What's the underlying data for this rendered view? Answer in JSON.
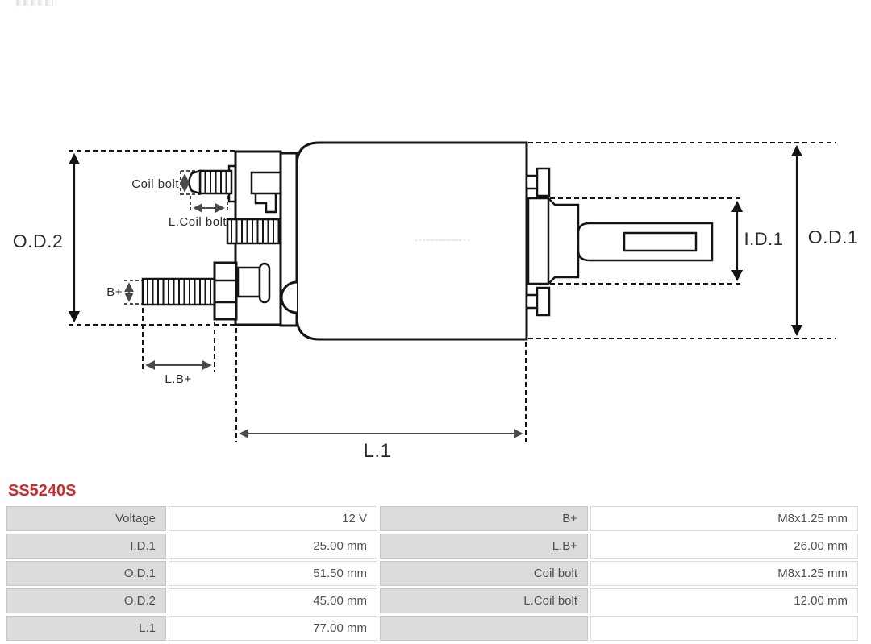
{
  "page": {
    "background": "#ffffff"
  },
  "part_number": "SS5240S",
  "colors": {
    "part_number_red": "#d02b30",
    "outline_black": "#141414",
    "dimension_gray": "#4a4a4a",
    "table_label_bg": "#dcdcdc",
    "table_text": "#4f4f4f"
  },
  "diagram": {
    "labels": {
      "od2": "O.D.2",
      "od1": "O.D.1",
      "id1": "I.D.1",
      "l1": "L.1",
      "coil_bolt": "Coil bolt",
      "l_coil_bolt": "L.Coil bolt",
      "b_plus": "B+",
      "l_b_plus": "L.B+"
    }
  },
  "spec_table": {
    "rows": [
      {
        "label_left": "Voltage",
        "value_left": "12 V",
        "label_right": "B+",
        "value_right": "M8x1.25 mm"
      },
      {
        "label_left": "I.D.1",
        "value_left": "25.00 mm",
        "label_right": "L.B+",
        "value_right": "26.00 mm"
      },
      {
        "label_left": "O.D.1",
        "value_left": "51.50 mm",
        "label_right": "Coil bolt",
        "value_right": "M8x1.25 mm"
      },
      {
        "label_left": "O.D.2",
        "value_left": "45.00 mm",
        "label_right": "L.Coil bolt",
        "value_right": "12.00 mm"
      },
      {
        "label_left": "L.1",
        "value_left": "77.00 mm",
        "label_right": "",
        "value_right": ""
      }
    ]
  }
}
